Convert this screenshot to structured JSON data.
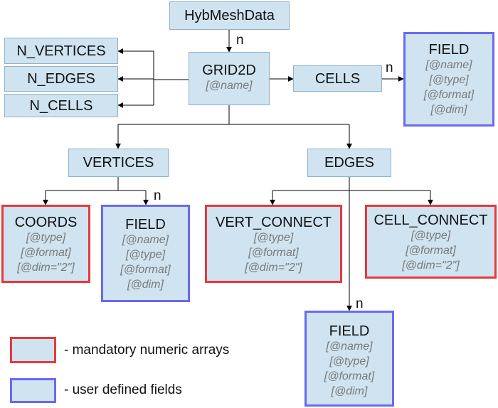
{
  "nodes": {
    "hyb": {
      "title": "HybMeshData"
    },
    "nvert": {
      "title": "N_VERTICES"
    },
    "nedges": {
      "title": "N_EDGES"
    },
    "ncells": {
      "title": "N_CELLS"
    },
    "grid2d": {
      "title": "GRID2D",
      "attrs": [
        "[@name]"
      ]
    },
    "cells": {
      "title": "CELLS"
    },
    "field_cells": {
      "title": "FIELD",
      "attrs": [
        "[@name]",
        "[@type]",
        "[@format]",
        "[@dim]"
      ]
    },
    "vertices": {
      "title": "VERTICES"
    },
    "edges": {
      "title": "EDGES"
    },
    "coords": {
      "title": "COORDS",
      "attrs": [
        "[@type]",
        "[@format]",
        "[@dim=\"2\"]"
      ]
    },
    "field_vert": {
      "title": "FIELD",
      "attrs": [
        "[@name]",
        "[@type]",
        "[@format]",
        "[@dim]"
      ]
    },
    "vert_connect": {
      "title": "VERT_CONNECT",
      "attrs": [
        "[@type]",
        "[@format]",
        "[@dim=\"2\"]"
      ]
    },
    "cell_connect": {
      "title": "CELL_CONNECT",
      "attrs": [
        "[@type]",
        "[@format]",
        "[@dim=\"2\"]"
      ]
    },
    "field_edges": {
      "title": "FIELD",
      "attrs": [
        "[@name]",
        "[@type]",
        "[@format]",
        "[@dim]"
      ]
    }
  },
  "multiplicity": "n",
  "legend": {
    "mandatory": "- mandatory numeric arrays",
    "user": "- user defined fields"
  },
  "colors": {
    "box_fill": "#cfe3f0",
    "mandatory_border": "#e8383b",
    "user_border": "#6a6af0",
    "attr_text": "#7a7a7a"
  }
}
